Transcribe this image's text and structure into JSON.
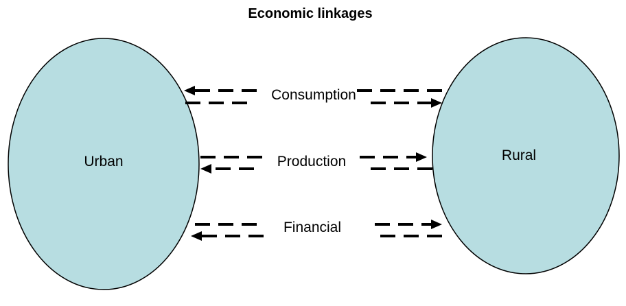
{
  "title": "Economic linkages",
  "nodes": {
    "left": {
      "label": "Urban"
    },
    "right": {
      "label": "Rural"
    }
  },
  "node_fill": "#b7dde1",
  "node_stroke": "#000000",
  "linkages": [
    {
      "label": "Consumption",
      "arrow_top": "toward-urban",
      "arrow_bottom": "toward-rural"
    },
    {
      "label": "Production",
      "arrow_top": "toward-rural",
      "arrow_bottom": "toward-urban"
    },
    {
      "label": "Financial",
      "arrow_top": "toward-rural",
      "arrow_bottom": "toward-urban"
    }
  ]
}
